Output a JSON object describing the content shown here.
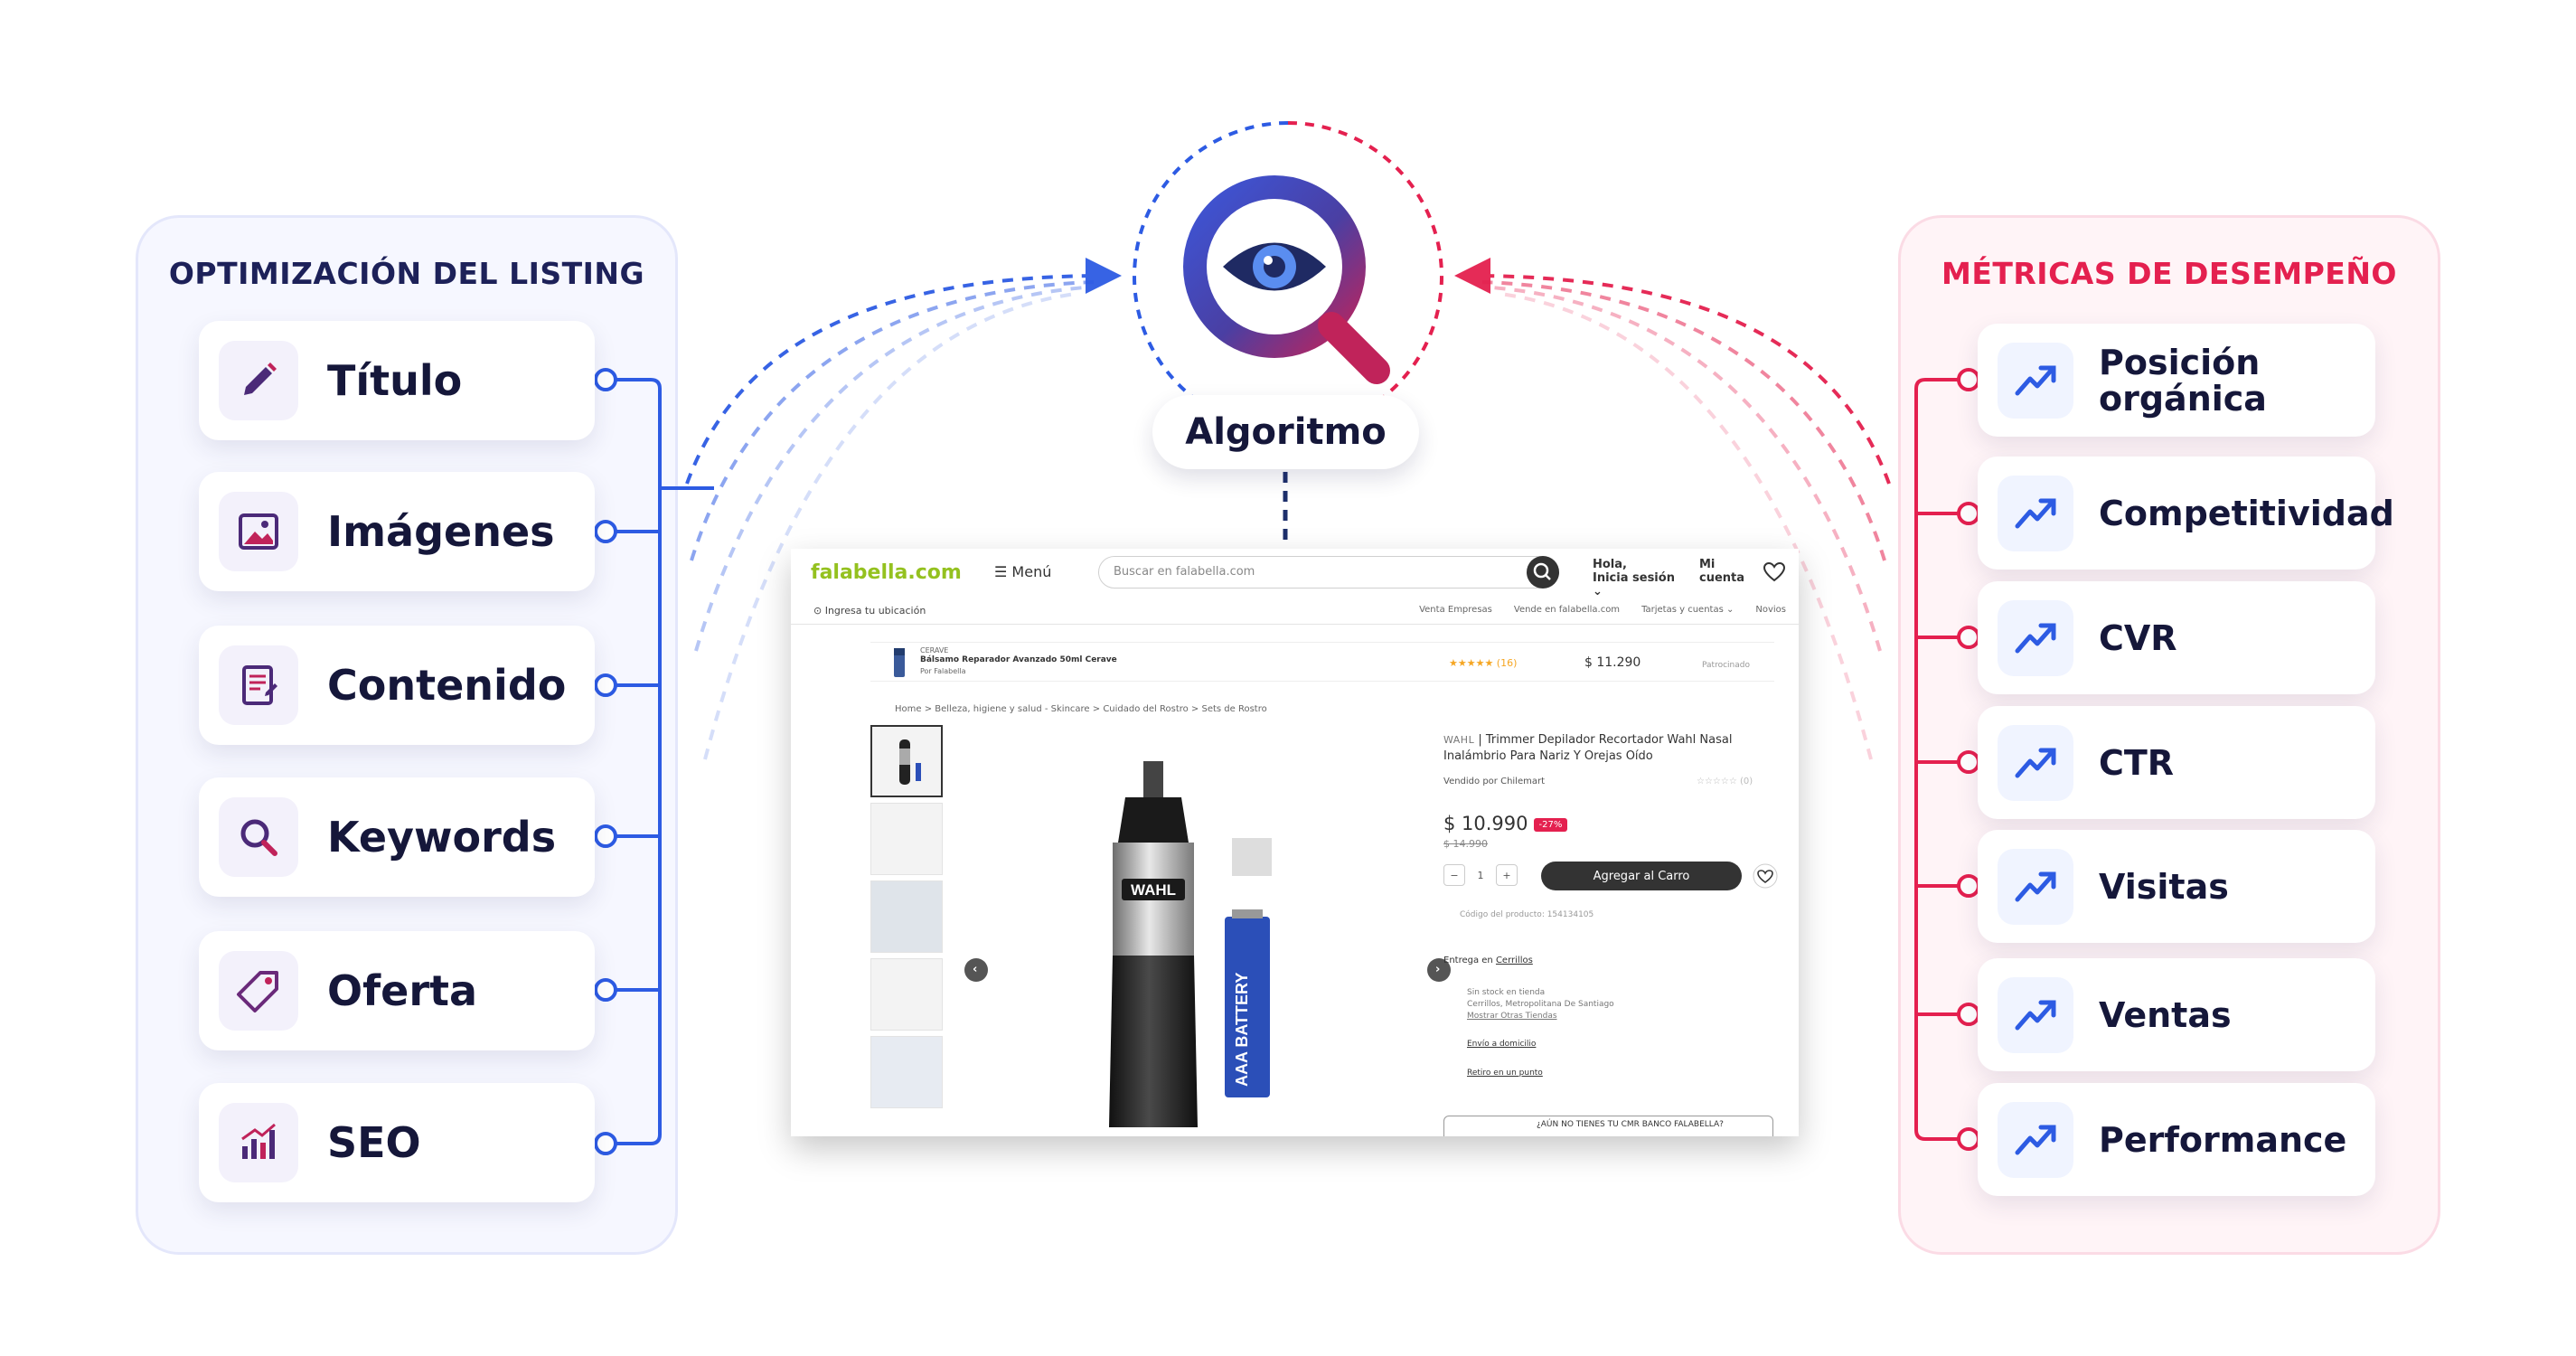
{
  "colors": {
    "left_accent": "#2d5be3",
    "right_accent": "#e4204f",
    "title_dark": "#1d2159"
  },
  "left_panel": {
    "title": "OPTIMIZACIÓN DEL LISTING",
    "items": [
      {
        "label": "Título",
        "icon": "pencil-icon"
      },
      {
        "label": "Imágenes",
        "icon": "image-icon"
      },
      {
        "label": "Contenido",
        "icon": "document-icon"
      },
      {
        "label": "Keywords",
        "icon": "search-icon"
      },
      {
        "label": "Oferta",
        "icon": "tag-icon"
      },
      {
        "label": "SEO",
        "icon": "bar-chart-icon"
      }
    ]
  },
  "right_panel": {
    "title": "MÉTRICAS DE DESEMPEÑO",
    "items": [
      {
        "label_line1": "Posición",
        "label_line2": "orgánica",
        "icon": "trend-up-icon"
      },
      {
        "label_line1": "Competitividad",
        "label_line2": "",
        "icon": "trend-up-icon"
      },
      {
        "label_line1": "CVR",
        "label_line2": "",
        "icon": "trend-up-icon"
      },
      {
        "label_line1": "CTR",
        "label_line2": "",
        "icon": "trend-up-icon"
      },
      {
        "label_line1": "Visitas",
        "label_line2": "",
        "icon": "trend-up-icon"
      },
      {
        "label_line1": "Ventas",
        "label_line2": "",
        "icon": "trend-up-icon"
      },
      {
        "label_line1": "Performance",
        "label_line2": "",
        "icon": "trend-up-icon"
      }
    ]
  },
  "center": {
    "label": "Algoritmo",
    "icon": "eye-magnifier-icon"
  },
  "screenshot": {
    "logo": "falabella.com",
    "menu": "☰ Menú",
    "search_placeholder": "Buscar en falabella.com",
    "greeting": "Hola,",
    "login": "Inicia sesión ⌄",
    "account_line1": "Mi",
    "account_line2": "cuenta",
    "location": "⊙ Ingresa tu ubicación",
    "sublinks": [
      "Venta Empresas",
      "Vende en falabella.com",
      "Tarjetas y cuentas ⌄",
      "Novios"
    ],
    "promo_brand": "CERAVE",
    "promo_name": "Bálsamo Reparador Avanzado 50ml Cerave",
    "promo_by": "Por Falabella",
    "promo_stars": "★★★★★ (16)",
    "promo_price": "$ 11.290",
    "promo_sponsored": "Patrocinado",
    "breadcrumb": "Home  >  Belleza, higiene y salud - Skincare  >  Cuidado del Rostro  >  Sets de Rostro",
    "product_brand": "WAHL",
    "product_title": "| Trimmer Depilador Recortador Wahl Nasal Inalámbrio Para Nariz Y Orejas Oído",
    "sold_by": "Vendido por Chilemart",
    "rating": "☆☆☆☆☆ (0)",
    "price": "$ 10.990",
    "discount": "-27%",
    "old_price": "$ 14.990",
    "qty_minus": "−",
    "qty_value": "1",
    "qty_plus": "+",
    "add_to_cart": "Agregar al Carro",
    "product_code": "Código del producto: 154134105",
    "delivery_label": "Entrega en",
    "delivery_city": "Cerrillos",
    "stock_line1": "Sin stock en tienda",
    "stock_line2": "Cerrillos, Metropolitana De Santiago",
    "stock_line3": "Mostrar Otras Tiendas",
    "shipping": "Envío a domicilio",
    "pickup": "Retiro en un punto",
    "cmr": "¿AÚN NO TIENES TU CMR BANCO FALABELLA?",
    "trimmer_brand": "WAHL",
    "battery_text": "AAA BATTERY"
  }
}
